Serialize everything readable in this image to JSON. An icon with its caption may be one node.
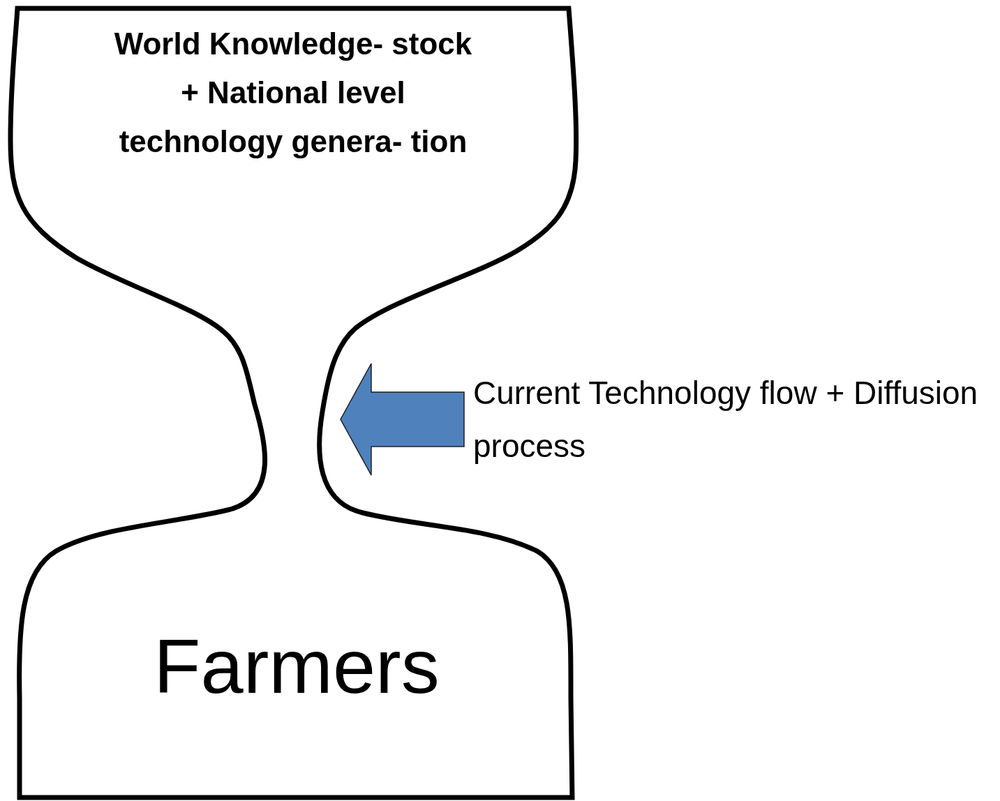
{
  "diagram": {
    "nodes": [
      {
        "text": [
          "World Knowledge- stock + National level technology genera- tion",
          "Farmers"
        ]
      },
      {
        "text": [
          "Current Technology flow + Diffusion process"
        ]
      }
    ],
    "edges": [
      {
        "from": 1,
        "to": 0,
        "arrow": "to"
      }
    ]
  }
}
